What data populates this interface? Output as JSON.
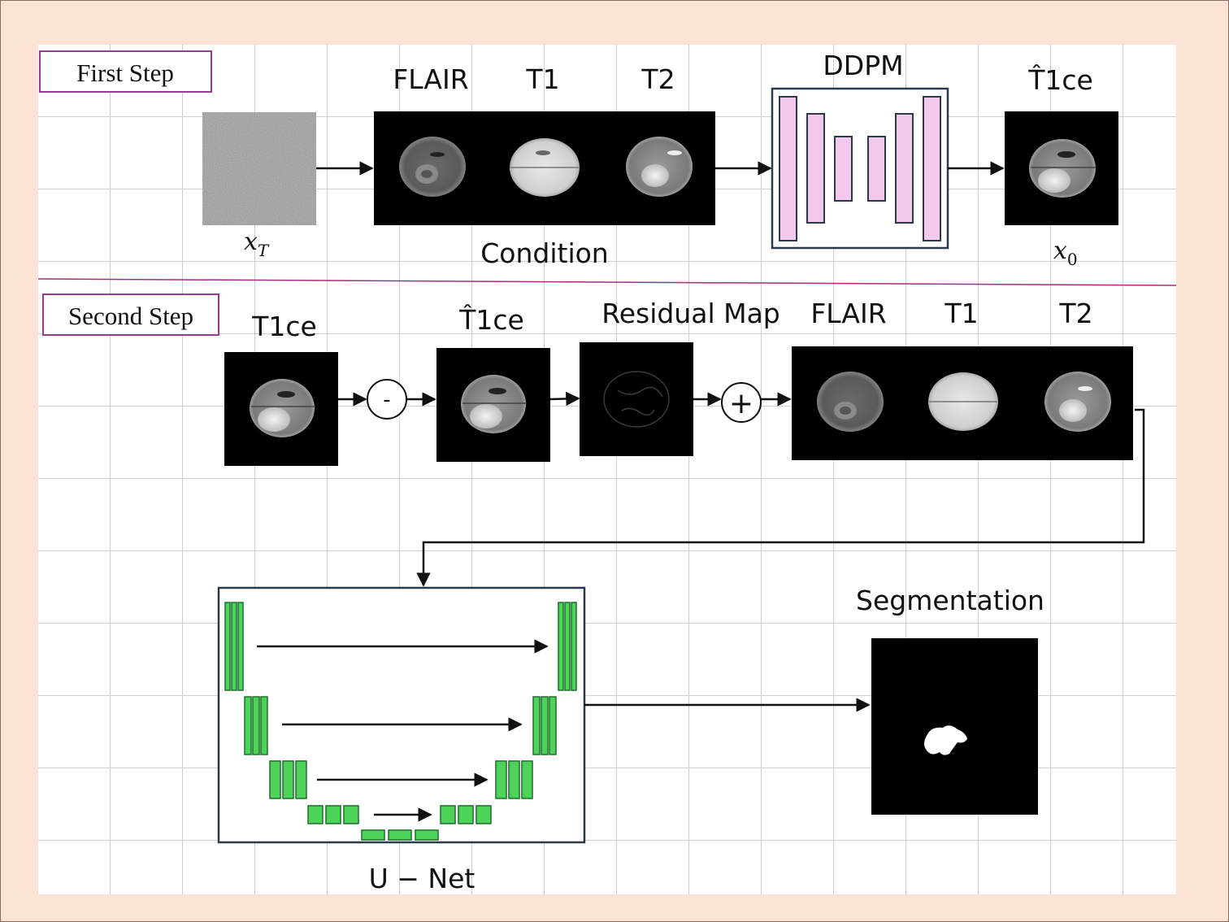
{
  "first_step": {
    "step_label": "First Step",
    "noise_label": "x",
    "noise_sub": "T",
    "condition_modalities": [
      "FLAIR",
      "T1",
      "T2"
    ],
    "condition_label": "Condition",
    "model_label": "DDPM",
    "output_label": "T̂1ce",
    "output_var": "x",
    "output_sub": "0"
  },
  "second_step": {
    "step_label": "Second Step",
    "input_label": "T1ce",
    "generated_label": "T̂1ce",
    "minus_symbol": "-",
    "residual_label": "Residual Map",
    "plus_symbol": "+",
    "modalities": [
      "FLAIR",
      "T1",
      "T2"
    ],
    "unet_label": "U − Net",
    "segmentation_label": "Segmentation"
  },
  "colors": {
    "frame_background": "#fbe3d6",
    "divider": "#a0307a",
    "step_box_border": "#9b3a8f",
    "ddpm_block_fill": "#f2c9ea",
    "unet_block_fill": "#4dd35a",
    "unet_block_stroke": "#1f6e2a"
  }
}
